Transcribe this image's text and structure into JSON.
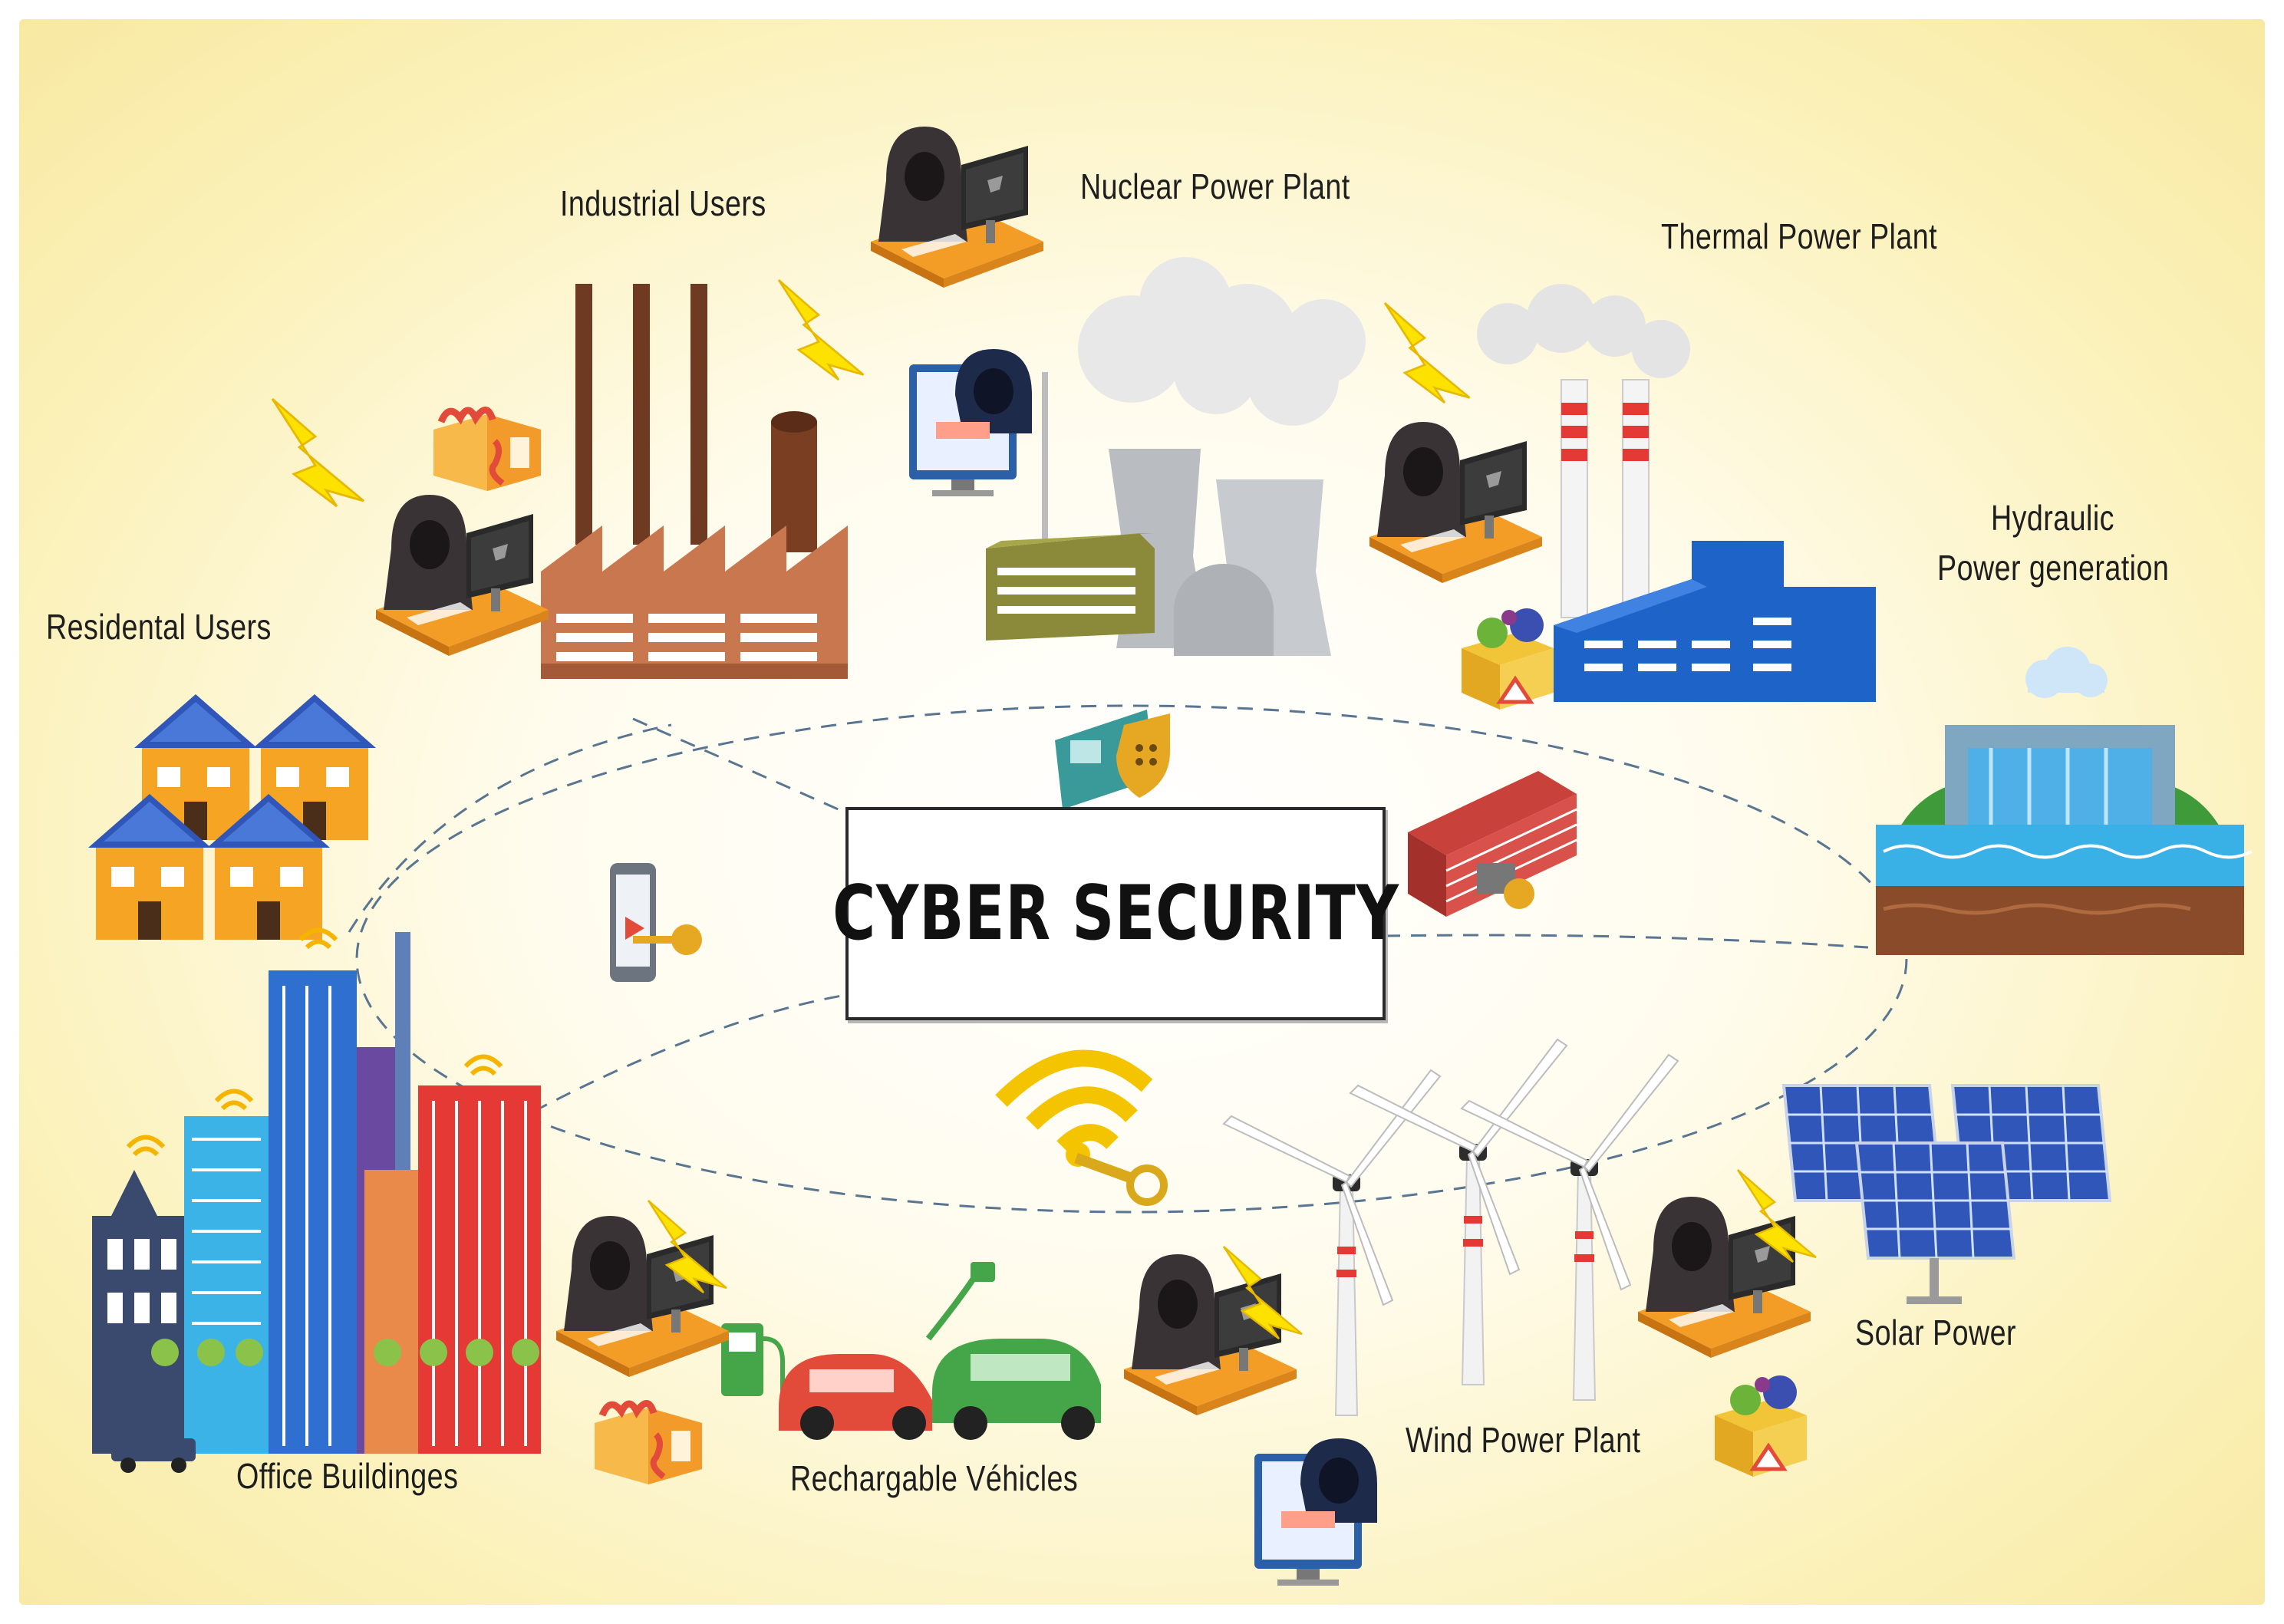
{
  "diagram": {
    "title": "CYBER SECURITY",
    "nodes": [
      {
        "id": "industrial",
        "label": "Industrial Users"
      },
      {
        "id": "nuclear",
        "label": "Nuclear Power Plant"
      },
      {
        "id": "thermal",
        "label": "Thermal Power Plant"
      },
      {
        "id": "hydraulic",
        "label_line1": "Hydraulic",
        "label_line2": "Power generation"
      },
      {
        "id": "residential",
        "label": "Residental Users"
      },
      {
        "id": "office",
        "label": "Office Buildinges"
      },
      {
        "id": "vehicles",
        "label": "Rechargable Véhicles"
      },
      {
        "id": "wind",
        "label": "Wind Power Plant"
      },
      {
        "id": "solar",
        "label": "Solar Power"
      }
    ]
  },
  "colors": {
    "background_edge": "#f8e9a2",
    "hacker_hood": "#3a3335",
    "desk": "#f39c26",
    "bolt": "#fde200",
    "factory": "#c8774f",
    "chimney": "#6e3a22",
    "thermal_building": "#1e63c8",
    "solar_panel": "#2f56b8",
    "car_red": "#e24a3a",
    "car_green": "#44a648",
    "dashed_line": "#5a7590"
  },
  "icons": [
    "hacker-icon",
    "lightning-icon",
    "monitor-hacker-icon",
    "malware-box-icon",
    "broken-file-icon",
    "id-card-shield-icon",
    "firewall-icon",
    "phone-key-icon",
    "wifi-key-icon",
    "fuel-pump-icon",
    "plug-icon",
    "cloud-icon"
  ]
}
